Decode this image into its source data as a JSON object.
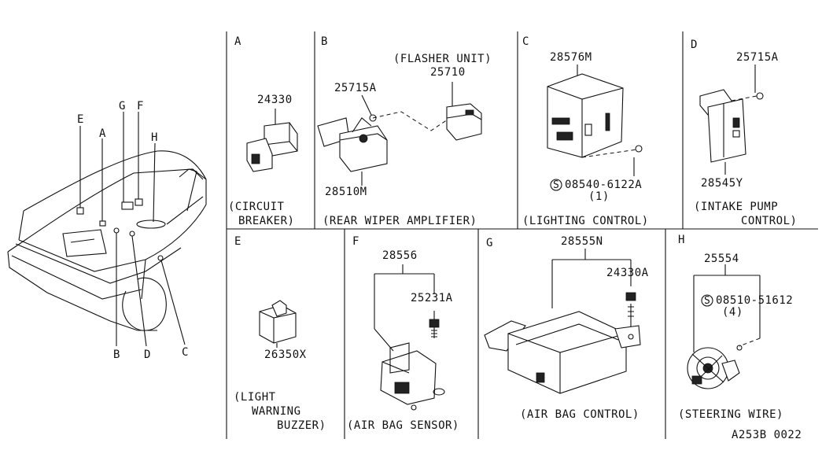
{
  "car_overview": {
    "callouts": [
      "E",
      "A",
      "G",
      "F",
      "H",
      "B",
      "D",
      "C"
    ]
  },
  "panels": [
    {
      "letter": "A",
      "parts": [
        "24330"
      ],
      "caption_lines": [
        "(CIRCUIT",
        "BREAKER)"
      ]
    },
    {
      "letter": "B",
      "parts": [
        "25715A",
        "25710",
        "28510M"
      ],
      "sub_label": "(FLASHER UNIT)",
      "caption_lines": [
        "(REAR WIPER AMPLIFIER)"
      ]
    },
    {
      "letter": "C",
      "parts": [
        "28576M"
      ],
      "screw_part": "08540-6122A",
      "screw_qty": "(1)",
      "caption_lines": [
        "(LIGHTING CONTROL)"
      ]
    },
    {
      "letter": "D",
      "parts": [
        "25715A",
        "28545Y"
      ],
      "caption_lines": [
        "(INTAKE PUMP",
        "CONTROL)"
      ]
    },
    {
      "letter": "E",
      "parts": [
        "26350X"
      ],
      "caption_lines": [
        "(LIGHT",
        "WARNING",
        "BUZZER)"
      ]
    },
    {
      "letter": "F",
      "parts": [
        "28556",
        "25231A"
      ],
      "caption_lines": [
        "(AIR BAG SENSOR)"
      ]
    },
    {
      "letter": "G",
      "parts": [
        "28555N",
        "24330A"
      ],
      "caption_lines": [
        "(AIR BAG CONTROL)"
      ]
    },
    {
      "letter": "H",
      "parts": [
        "25554"
      ],
      "screw_part": "08510-51612",
      "screw_qty": "(4)",
      "caption_lines": [
        "(STEERING WIRE)"
      ]
    }
  ],
  "screw_symbol": "S",
  "diagram_code": "A253B 0022"
}
